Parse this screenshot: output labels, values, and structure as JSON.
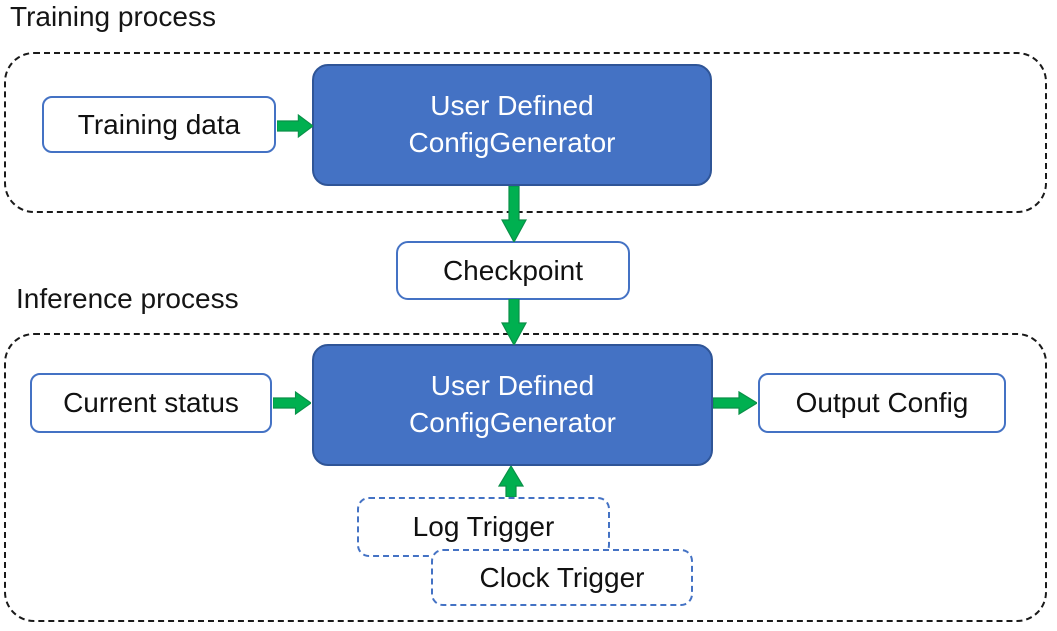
{
  "colors": {
    "box_blue_fill": "#4472C4",
    "box_blue_border": "#2F5597",
    "outline_blue": "#4472C4",
    "arrow_green": "#00B050",
    "arrow_green_dark": "#0a9048",
    "text_dark": "#111111",
    "text_light": "#FFFFFF"
  },
  "training": {
    "title": "Training process",
    "data_box_label": "Training data",
    "generator_line1": "User Defined",
    "generator_line2": "ConfigGenerator"
  },
  "checkpoint_label": "Checkpoint",
  "inference": {
    "title": "Inference process",
    "status_box_label": "Current status",
    "generator_line1": "User Defined",
    "generator_line2": "ConfigGenerator",
    "output_box_label": "Output Config",
    "log_trigger_label": "Log Trigger",
    "clock_trigger_label": "Clock Trigger"
  }
}
